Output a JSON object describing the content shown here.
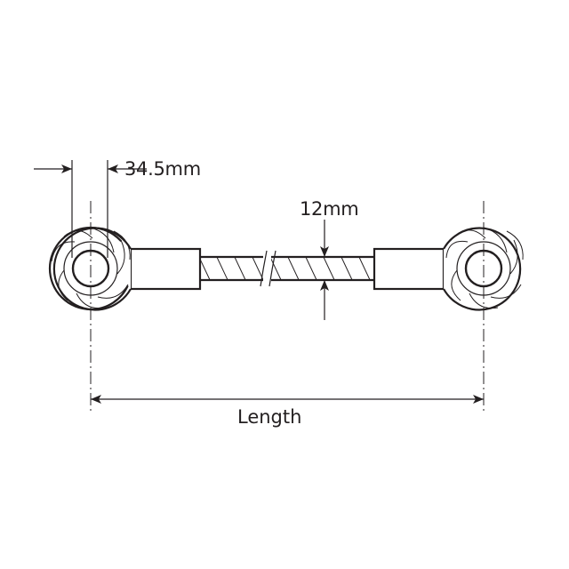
{
  "diagram": {
    "type": "technical-drawing",
    "subject": "rod with eye ends (turnbuckle/tie rod)",
    "stroke_color": "#231f20",
    "background": "#ffffff"
  },
  "dimensions": {
    "eye_width": {
      "label": "34.5mm"
    },
    "rod_diameter": {
      "label": "12mm"
    },
    "overall_length": {
      "label": "Length"
    }
  }
}
